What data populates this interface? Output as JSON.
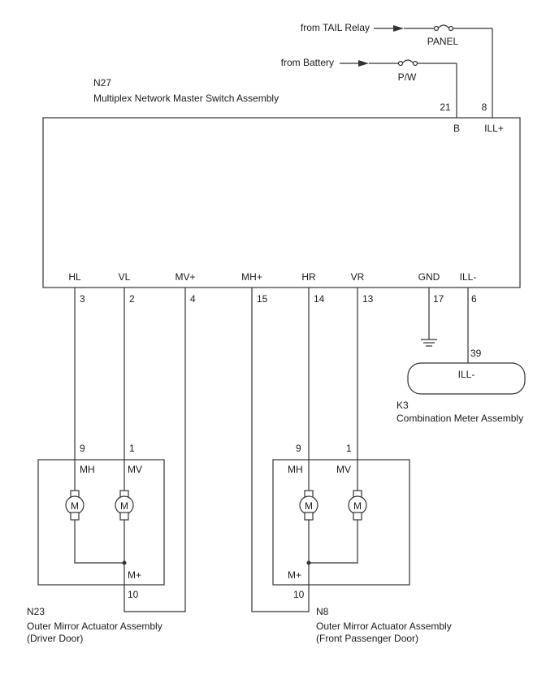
{
  "sources": {
    "tail_relay": "from TAIL Relay",
    "panel_fuse": "PANEL",
    "battery": "from Battery",
    "pw_fuse": "P/W"
  },
  "master_switch": {
    "code": "N27",
    "name": "Multiplex Network Master Switch Assembly",
    "top_pins": [
      {
        "pin": "21",
        "label": "B"
      },
      {
        "pin": "8",
        "label": "ILL+"
      }
    ],
    "bottom_pins": [
      {
        "label": "HL",
        "pin": "3"
      },
      {
        "label": "VL",
        "pin": "2"
      },
      {
        "label": "MV+",
        "pin": "4"
      },
      {
        "label": "MH+",
        "pin": "15"
      },
      {
        "label": "HR",
        "pin": "14"
      },
      {
        "label": "VR",
        "pin": "13"
      },
      {
        "label": "GND",
        "pin": "17"
      },
      {
        "label": "ILL-",
        "pin": "6"
      }
    ]
  },
  "combination_meter": {
    "code": "K3",
    "name": "Combination Meter Assembly",
    "pin": "39",
    "terminal": "ILL-"
  },
  "driver_actuator": {
    "code": "N23",
    "name": "Outer Mirror Actuator Assembly",
    "location": "(Driver Door)",
    "pins": {
      "mh": "9",
      "mv": "1",
      "common": "10"
    },
    "labels": {
      "mh": "MH",
      "mv": "MV",
      "common": "M+"
    },
    "motor": "M"
  },
  "passenger_actuator": {
    "code": "N8",
    "name": "Outer Mirror Actuator Assembly",
    "location": "(Front Passenger Door)",
    "pins": {
      "mh": "9",
      "mv": "1",
      "common": "10"
    },
    "labels": {
      "mh": "MH",
      "mv": "MV",
      "common": "M+"
    },
    "motor": "M"
  }
}
